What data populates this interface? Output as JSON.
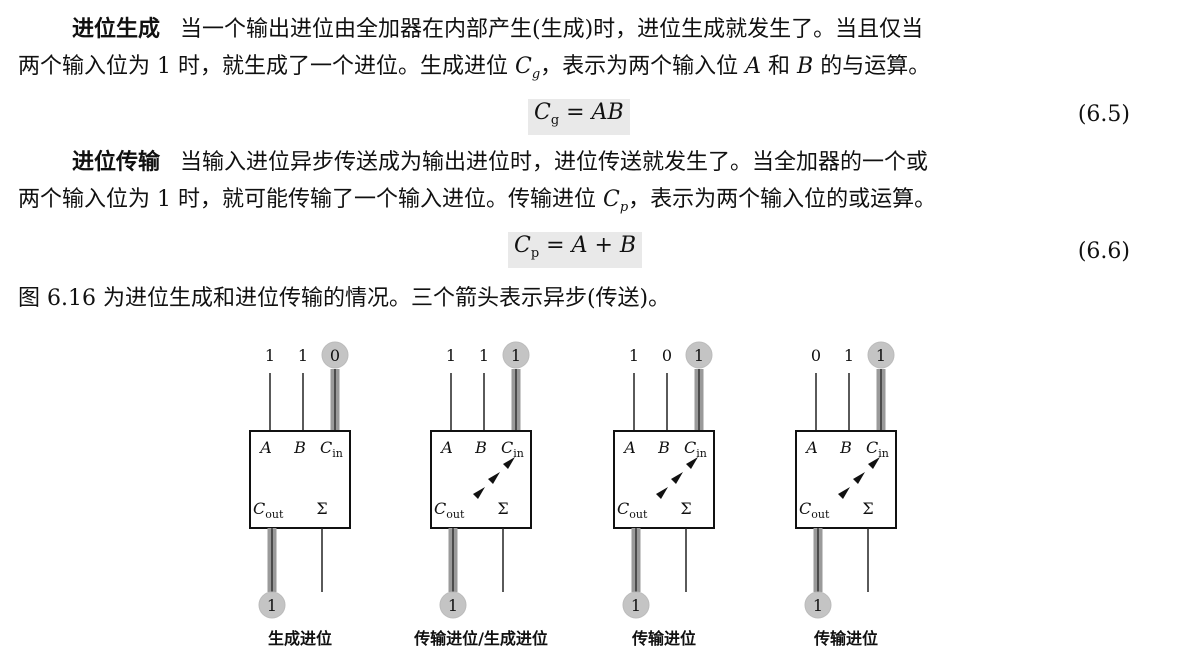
{
  "para1": {
    "term": "进位生成",
    "text1": "当一个输出进位由全加器在内部产生(生成)时，进位生成就发生了。当且仅当",
    "line2_a": "两个输入位为 1 时，就生成了一个进位。生成进位 ",
    "line2_var": "C",
    "line2_sub": "g",
    "line2_b": "，表示为两个输入位 ",
    "line2_A": "A",
    "line2_mid": " 和 ",
    "line2_B": "B",
    "line2_end": " 的与运算。"
  },
  "eq1": {
    "lhs": "C",
    "lhs_sub": "g",
    "rhs": "= AB",
    "number": "(6.5)"
  },
  "para2": {
    "term": "进位传输",
    "text1": "当输入进位异步传送成为输出进位时，进位传送就发生了。当全加器的一个或",
    "line2_a": "两个输入位为 1 时，就可能传输了一个输入进位。传输进位 ",
    "line2_var": "C",
    "line2_sub": "p",
    "line2_end": "，表示为两个输入位的或运算。"
  },
  "eq2": {
    "lhs": "C",
    "lhs_sub": "p",
    "rhs": "= A + B",
    "number": "(6.6)"
  },
  "caption_line": "图 6.16 为进位生成和进位传输的情况。三个箭头表示异步(传送)。",
  "diagram": {
    "pin_labels": {
      "a": "A",
      "b": "B",
      "cin": "C",
      "cin_sub": "in",
      "cout": "C",
      "cout_sub": "out",
      "sum": "Σ"
    },
    "adders": [
      {
        "inputs": [
          "1",
          "1",
          "0"
        ],
        "carry_out": "1",
        "caption": "生成进位",
        "propagate_arrows": false
      },
      {
        "inputs": [
          "1",
          "1",
          "1"
        ],
        "carry_out": "1",
        "caption": "传输进位/生成进位",
        "propagate_arrows": true
      },
      {
        "inputs": [
          "1",
          "0",
          "1"
        ],
        "carry_out": "1",
        "caption": "传输进位",
        "propagate_arrows": true
      },
      {
        "inputs": [
          "0",
          "1",
          "1"
        ],
        "carry_out": "1",
        "caption": "传输进位",
        "propagate_arrows": true
      }
    ]
  }
}
